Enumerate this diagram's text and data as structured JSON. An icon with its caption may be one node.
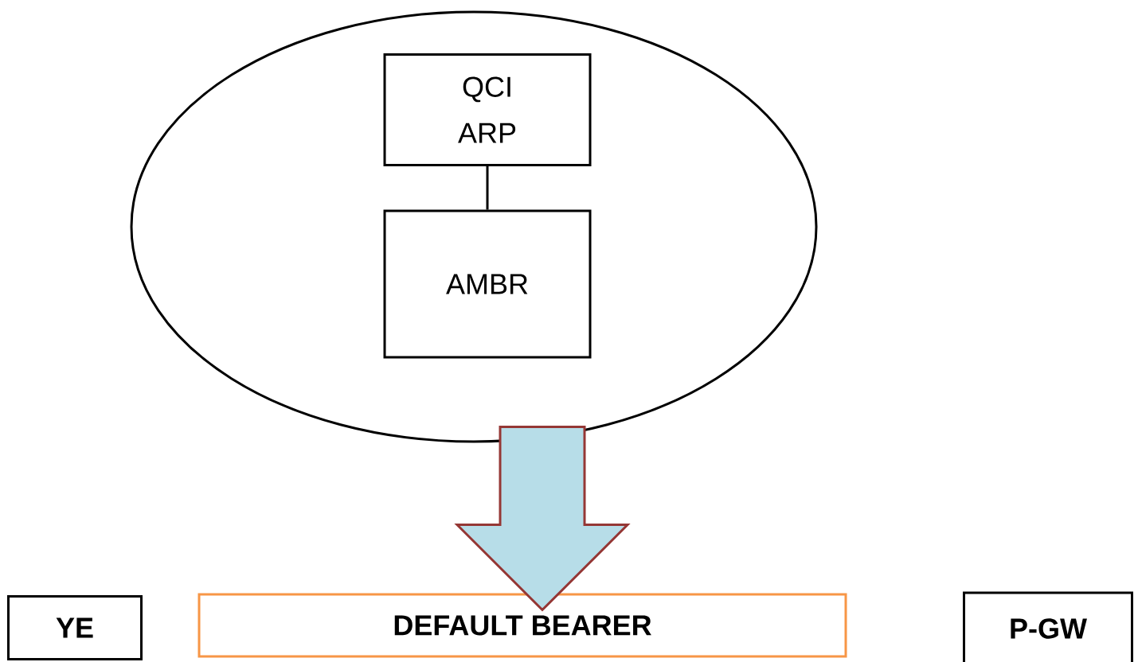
{
  "diagram": {
    "nodes": [
      {
        "text": [],
        "shape": "ellipse"
      },
      {
        "text": [
          "QCI",
          "ARP"
        ],
        "in": 0
      },
      {
        "text": [
          "AMBR"
        ],
        "in": 0
      },
      {
        "text": [
          "YE"
        ]
      },
      {
        "text": [
          "DEFAULT BEARER"
        ]
      },
      {
        "text": [
          "P-GW"
        ]
      }
    ],
    "edges": [
      {
        "from": 1,
        "to": 2,
        "arrow": "none"
      },
      {
        "from": 0,
        "to": 4,
        "arrow": "to",
        "style": "thick",
        "color": "#953735"
      }
    ]
  }
}
